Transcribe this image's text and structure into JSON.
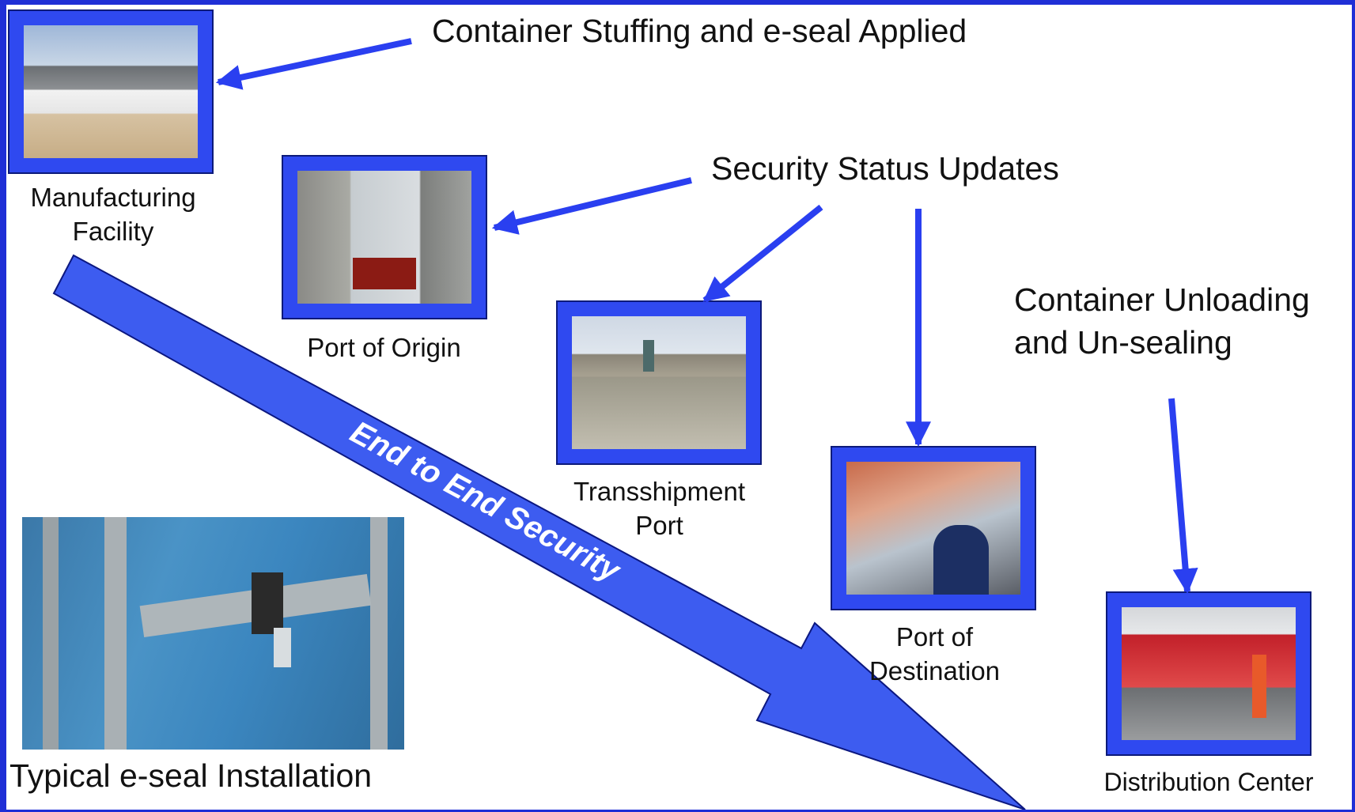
{
  "callouts": {
    "container_stuffing": "Container Stuffing and e-seal Applied",
    "security_updates": "Security Status Updates",
    "container_unloading_line1": "Container Unloading",
    "container_unloading_line2": "and Un-sealing"
  },
  "stages": {
    "manufacturing": {
      "line1": "Manufacturing",
      "line2": "Facility"
    },
    "port_origin": {
      "label": "Port of Origin"
    },
    "transshipment": {
      "line1": "Transshipment",
      "line2": "Port"
    },
    "port_destination": {
      "line1": "Port of",
      "line2": "Destination"
    },
    "distribution": {
      "label": "Distribution Center"
    }
  },
  "flow_arrow": {
    "label": "End to End Security"
  },
  "eseal": {
    "caption": "Typical e-seal Installation"
  },
  "colors": {
    "background_border": "#1f2fd6",
    "frame_blue": "#2f49f0",
    "arrow_blue": "#2a3ff0",
    "big_arrow_fill": "#3d5cf0"
  }
}
